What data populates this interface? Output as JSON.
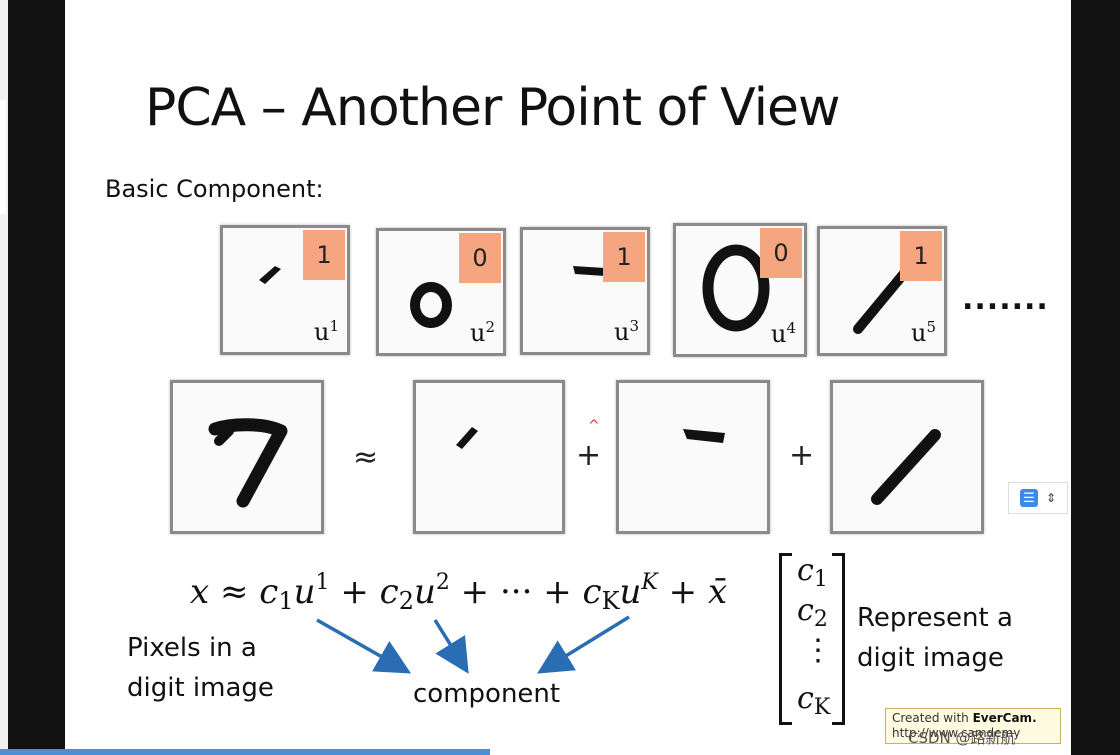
{
  "slide": {
    "title": "PCA – Another Point of View",
    "subtitle": "Basic Component:"
  },
  "components": [
    {
      "badge": "1",
      "label": "u",
      "sup": "1"
    },
    {
      "badge": "0",
      "label": "u",
      "sup": "2"
    },
    {
      "badge": "1",
      "label": "u",
      "sup": "3"
    },
    {
      "badge": "0",
      "label": "u",
      "sup": "4"
    },
    {
      "badge": "1",
      "label": "u",
      "sup": "5"
    }
  ],
  "ellipsis": ".......",
  "equation_row": {
    "approx": "≈",
    "plus1": "+",
    "plus2": "+"
  },
  "formula": {
    "x": "x",
    "approx": " ≈ ",
    "c": "c",
    "u": "u",
    "sub1": "1",
    "sup1": "1",
    "plus": " + ",
    "sub2": "2",
    "sup2": "2",
    "dots": "···",
    "subK": "K",
    "supK": "K",
    "xbar": "x̄"
  },
  "notes": {
    "pixels_line1": "Pixels in a",
    "pixels_line2": "digit image",
    "component": "component",
    "represent_line1": "Represent a",
    "represent_line2": "digit image"
  },
  "matrix": {
    "c": "c",
    "sub1": "1",
    "sub2": "2",
    "vdots": "⋮",
    "subK": "K"
  },
  "watermark": {
    "created": "Created with ",
    "brand": "EverCam.",
    "url": "http://www.camdemy"
  },
  "csdn": "CSDN @路新航",
  "colors": {
    "badge": "#f5a680",
    "arrow": "#2a6db3",
    "accent_line": "#4a90d9"
  },
  "icons": [
    "text-format-icon",
    "scroll-arrows-icon"
  ]
}
